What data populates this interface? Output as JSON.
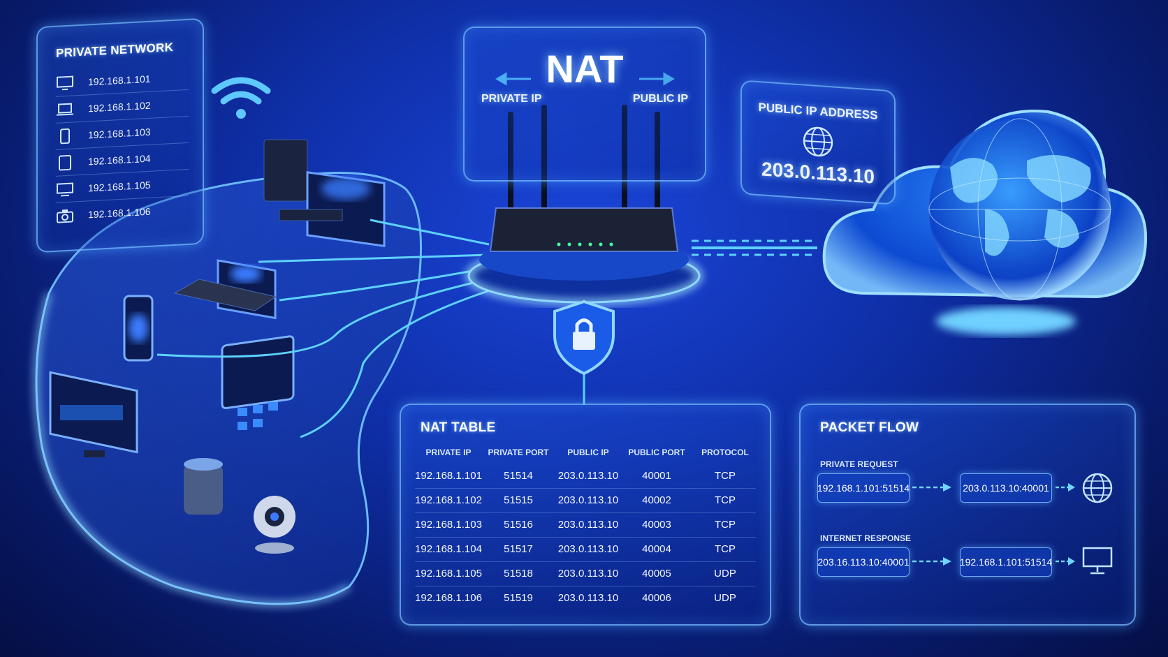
{
  "private_network": {
    "title": "PRIVATE NETWORK",
    "devices": [
      {
        "icon": "monitor-icon",
        "ip": "192.168.1.101"
      },
      {
        "icon": "laptop-icon",
        "ip": "192.168.1.102"
      },
      {
        "icon": "phone-icon",
        "ip": "192.168.1.103"
      },
      {
        "icon": "tablet-icon",
        "ip": "192.168.1.104"
      },
      {
        "icon": "tv-icon",
        "ip": "192.168.1.105"
      },
      {
        "icon": "camera-icon",
        "ip": "192.168.1.106"
      }
    ]
  },
  "nat": {
    "title": "NAT",
    "left_label": "PRIVATE IP",
    "right_label": "PUBLIC IP"
  },
  "public_ip": {
    "title": "PUBLIC IP ADDRESS",
    "address": "203.0.113.10"
  },
  "nat_table": {
    "title": "NAT TABLE",
    "columns": [
      "PRIVATE IP",
      "PRIVATE PORT",
      "PUBLIC IP",
      "PUBLIC PORT",
      "PROTOCOL"
    ],
    "rows": [
      [
        "192.168.1.101",
        "51514",
        "203.0.113.10",
        "40001",
        "TCP"
      ],
      [
        "192.168.1.102",
        "51515",
        "203.0.113.10",
        "40002",
        "TCP"
      ],
      [
        "192.168.1.103",
        "51516",
        "203.0.113.10",
        "40003",
        "TCP"
      ],
      [
        "192.168.1.104",
        "51517",
        "203.0.113.10",
        "40004",
        "TCP"
      ],
      [
        "192.168.1.105",
        "51518",
        "203.0.113.10",
        "40005",
        "UDP"
      ],
      [
        "192.168.1.106",
        "51519",
        "203.0.113.10",
        "40006",
        "UDP"
      ]
    ]
  },
  "packet_flow": {
    "title": "PACKET FLOW",
    "request": {
      "label": "PRIVATE REQUEST",
      "from": "192.168.1.101:51514",
      "to": "203.0.113.10:40001",
      "icon": "globe-icon"
    },
    "response": {
      "label": "INTERNET RESPONSE",
      "from": "203.16.113.10:40001",
      "to": "192.168.1.101:51514",
      "icon": "monitor-icon"
    }
  },
  "colors": {
    "accent": "#4fb8ff",
    "background": "#0f2fa8",
    "glow": "#7fd0ff"
  }
}
